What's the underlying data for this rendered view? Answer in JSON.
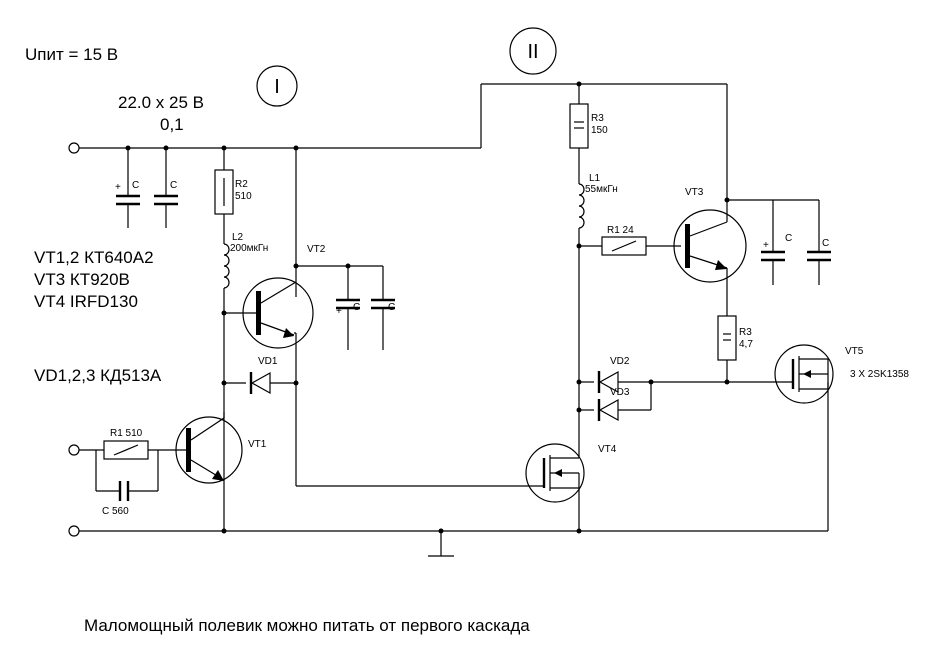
{
  "notes": {
    "supply": "Uпит = 15 В",
    "inductor_core": "22.0 x 25 В",
    "inductor_value": "0,1",
    "transistors_12": "VT1,2  КТ640А2",
    "transistor_3": "VT3  КТ920В",
    "transistor_4": "VT4 IRFD130",
    "diodes": "VD1,2,3 КД513А",
    "caption": "Маломощный полевик можно питать от первого каскада"
  },
  "stages": {
    "first": "I",
    "second": "II"
  },
  "labels": {
    "c": "C",
    "plus": "+",
    "r2": "R2",
    "r2_val": "510",
    "l2": "L2",
    "l2_val": "200мкГн",
    "vt2": "VT2",
    "vd1": "VD1",
    "r1_in": "R1  510",
    "vt1": "VT1",
    "c_in": "C    560",
    "r3_top": "R3",
    "r3_top_val": "150",
    "l1": "L1",
    "l1_val": "55мкГн",
    "r1_mid": "R1  24",
    "vt3": "VT3",
    "r3_bot": "R3",
    "r3_bot_val": "4,7",
    "vd2": "VD2",
    "vd3": "VD3",
    "vt4": "VT4",
    "vt5": "VT5",
    "vt5_part": "3 X  2SK1358"
  }
}
